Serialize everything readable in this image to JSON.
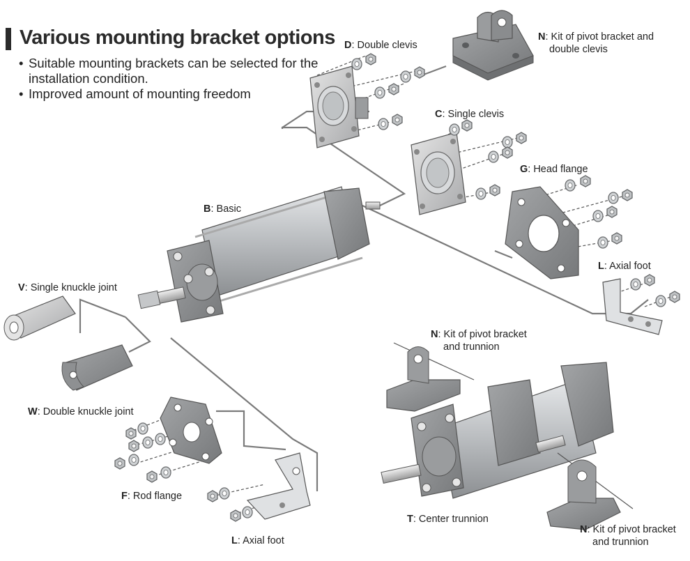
{
  "title": "Various mounting bracket options",
  "bullets": [
    "Suitable mounting brackets can be selected for the installation condition.",
    "Improved amount of mounting freedom"
  ],
  "labels": {
    "D": {
      "code": "D",
      "text": ": Double clevis"
    },
    "N1": {
      "code": "N",
      "line1": ": Kit of pivot bracket and",
      "line2": "double clevis"
    },
    "C": {
      "code": "C",
      "text": ": Single clevis"
    },
    "G": {
      "code": "G",
      "text": ": Head flange"
    },
    "B": {
      "code": "B",
      "text": ": Basic"
    },
    "L1": {
      "code": "L",
      "text": ": Axial foot"
    },
    "V": {
      "code": "V",
      "text": ": Single knuckle joint"
    },
    "W": {
      "code": "W",
      "text": ": Double knuckle joint"
    },
    "N2": {
      "code": "N",
      "line1": ": Kit of pivot bracket",
      "line2": "and trunnion"
    },
    "F": {
      "code": "F",
      "text": ": Rod flange"
    },
    "L2": {
      "code": "L",
      "text": ": Axial foot"
    },
    "T": {
      "code": "T",
      "text": ": Center trunnion"
    },
    "N3": {
      "code": "N",
      "line1": ": Kit of pivot bracket",
      "line2": "and trunnion"
    }
  },
  "colors": {
    "bracket": "#8d8f91",
    "bracket_dark": "#6e7072",
    "steel": "#c9ccce",
    "connector": "#7a7a7a",
    "title_bar": "#2b2b2b"
  }
}
